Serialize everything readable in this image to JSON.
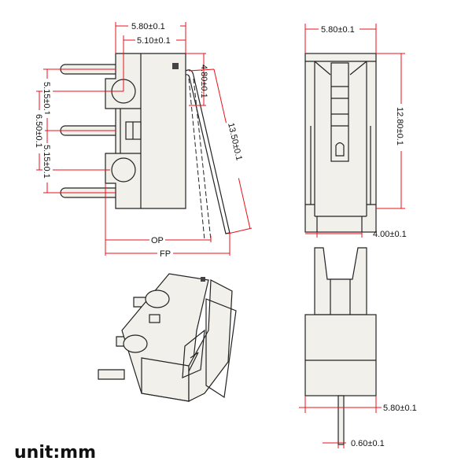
{
  "dimensions": {
    "side_width": "5.80±0.1",
    "side_pin_offset": "5.10±0.1",
    "lever_offset": "4.80±0.1",
    "lever_length": "13.50±0.1",
    "pin_pitch_top": "5.15±0.1",
    "pin_span": "6.50±0.1",
    "pin_pitch_bottom": "5.15±0.1",
    "op": "OP",
    "fp": "FP",
    "front_width": "5.80±0.1",
    "front_height": "12.80±0.1",
    "front_bottom": "4.00±0.1",
    "bottom_width": "5.80±0.1",
    "pin_thickness": "0.60±0.1"
  },
  "unit_label": "unit:mm",
  "colors": {
    "dimension": "#e8101a",
    "body": "#f1f0ea"
  }
}
